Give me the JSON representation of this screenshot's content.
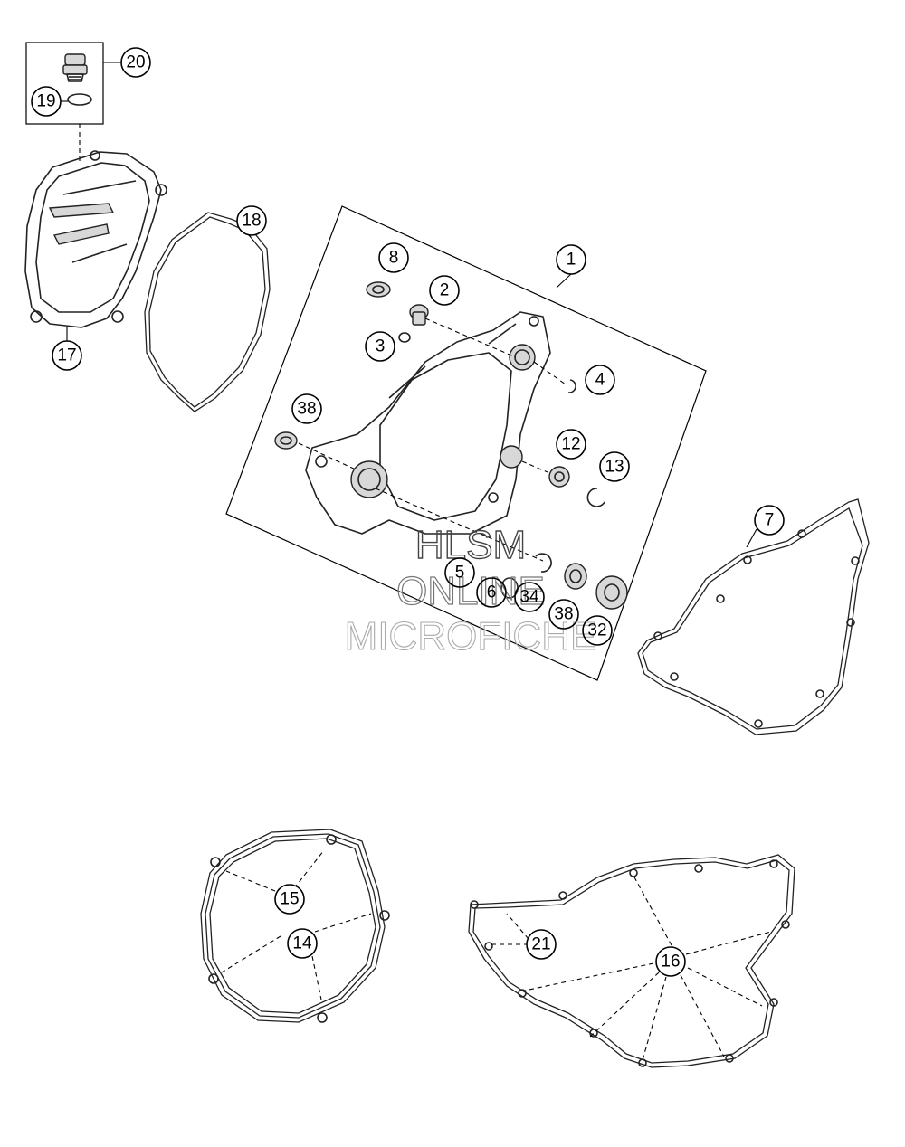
{
  "watermark": {
    "line1": "HLSM",
    "line2": "ONLINE",
    "line3": "MICROFICHE"
  },
  "callouts": {
    "c1": "1",
    "c2": "2",
    "c3": "3",
    "c4": "4",
    "c5": "5",
    "c6": "6",
    "c7": "7",
    "c8": "8",
    "c12": "12",
    "c13": "13",
    "c14": "14",
    "c15": "15",
    "c16": "16",
    "c17": "17",
    "c18": "18",
    "c19": "19",
    "c20": "20",
    "c21": "21",
    "c32": "32",
    "c34": "34",
    "c38a": "38",
    "c38b": "38"
  }
}
